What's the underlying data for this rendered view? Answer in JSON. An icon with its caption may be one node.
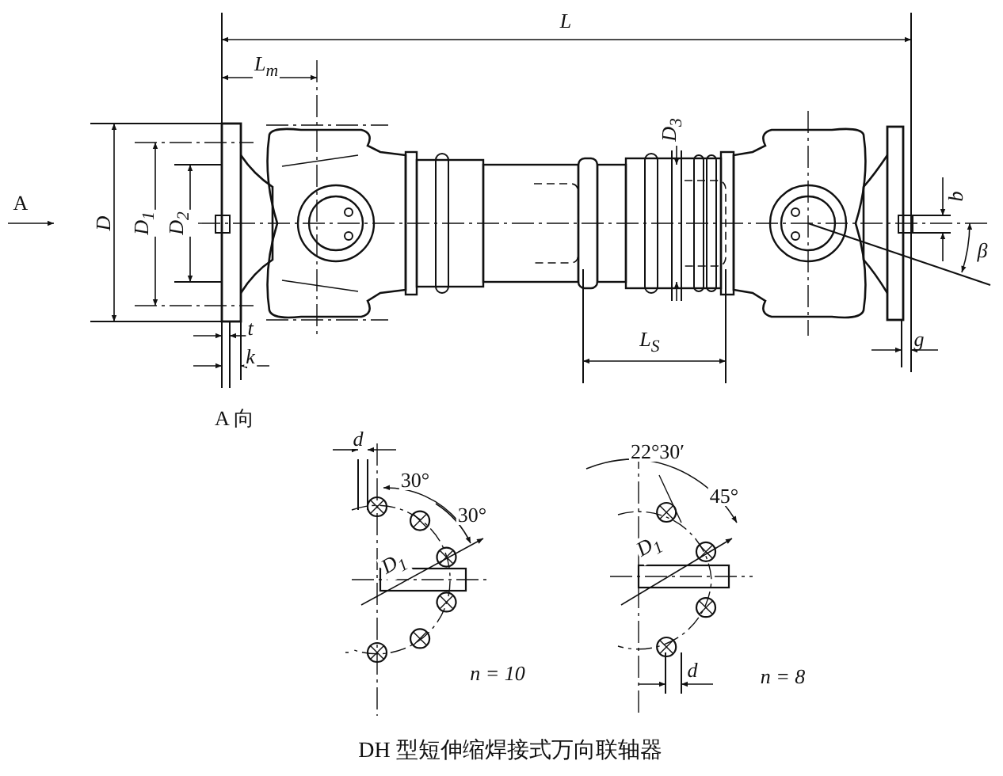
{
  "diagram": {
    "caption": "DH 型短伸缩焊接式万向联轴器",
    "labels": [
      "L",
      "L$_{m}$",
      "D$_{3}$",
      "A",
      "D",
      "D$_{1}$",
      "D$_{2}$",
      "b",
      "β",
      "t",
      "k",
      "L$_{S}$",
      "g",
      "A 向",
      "d",
      "30°",
      "30°",
      "D$_{1}$",
      "n = 10",
      "22°30′",
      "45°",
      "D$_{1}$",
      "n = 8",
      "d"
    ]
  }
}
